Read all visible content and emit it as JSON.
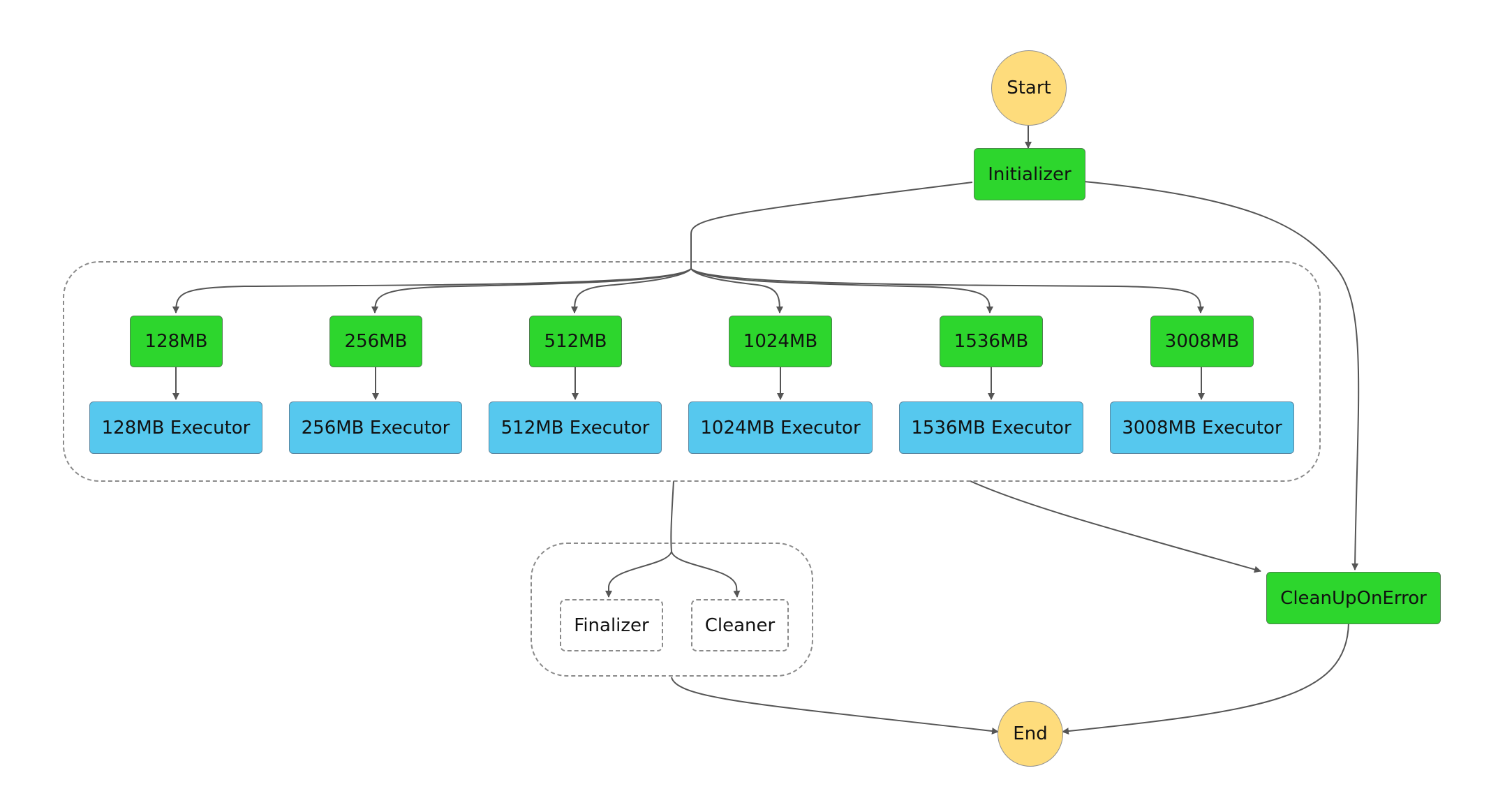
{
  "colors": {
    "task": "#2dd62d",
    "executor": "#56c8ee",
    "terminal": "#fedc7c",
    "pending": "#ffffff",
    "edge": "#555555",
    "group_border": "#8a8a8a"
  },
  "nodes": {
    "start": "Start",
    "initializer": "Initializer",
    "branches": [
      {
        "size": "128MB",
        "executor": "128MB Executor"
      },
      {
        "size": "256MB",
        "executor": "256MB Executor"
      },
      {
        "size": "512MB",
        "executor": "512MB Executor"
      },
      {
        "size": "1024MB",
        "executor": "1024MB Executor"
      },
      {
        "size": "1536MB",
        "executor": "1536MB Executor"
      },
      {
        "size": "3008MB",
        "executor": "3008MB Executor"
      }
    ],
    "finalizer": "Finalizer",
    "cleaner": "Cleaner",
    "cleanup_on_error": "CleanUpOnError",
    "end": "End"
  }
}
